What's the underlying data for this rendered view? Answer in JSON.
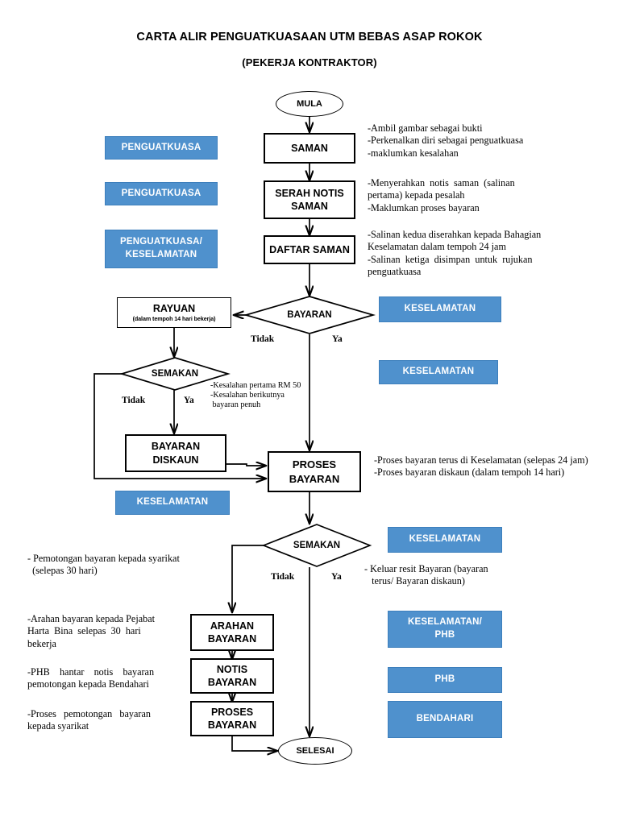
{
  "title": {
    "main": "CARTA ALIR PENGUATKUASAAN UTM BEBAS ASAP ROKOK",
    "sub": "(PEKERJA KONTRAKTOR)"
  },
  "nodes": {
    "mula": "MULA",
    "saman": "SAMAN",
    "serah_notis_saman": "SERAH NOTIS\nSAMAN",
    "daftar_saman": "DAFTAR SAMAN",
    "rayuan": "RAYUAN",
    "rayuan_sub": "(dalam tempoh 14 hari bekerja)",
    "bayaran_decision": "BAYARAN",
    "semakan_decision_1": "SEMAKAN",
    "bayaran_diskaun": "BAYARAN\nDISKAUN",
    "proses_bayaran_1": "PROSES\nBAYARAN",
    "semakan_decision_2": "SEMAKAN",
    "arahan_bayaran": "ARAHAN\nBAYARAN",
    "notis_bayaran": "NOTIS\nBAYARAN",
    "proses_bayaran_2": "PROSES\nBAYARAN",
    "selesai": "SELESAI"
  },
  "branches": {
    "bayaran_tidak": "Tidak",
    "bayaran_ya": "Ya",
    "semakan1_tidak": "Tidak",
    "semakan1_ya": "Ya",
    "semakan2_tidak": "Tidak",
    "semakan2_ya": "Ya"
  },
  "roles": [
    {
      "key": "penguatkuasa_1",
      "label": "PENGUATKUASA"
    },
    {
      "key": "penguatkuasa_2",
      "label": "PENGUATKUASA"
    },
    {
      "key": "penguatkuasa_keselamatan",
      "label": "PENGUATKUASA/\nKESELAMATAN"
    },
    {
      "key": "keselamatan_1",
      "label": "KESELAMATAN"
    },
    {
      "key": "keselamatan_2",
      "label": "KESELAMATAN"
    },
    {
      "key": "keselamatan_3",
      "label": "KESELAMATAN"
    },
    {
      "key": "keselamatan_4",
      "label": "KESELAMATAN"
    },
    {
      "key": "keselamatan_phb",
      "label": "KESELAMATAN/\nPHB"
    },
    {
      "key": "phb",
      "label": "PHB"
    },
    {
      "key": "bendahari",
      "label": "BENDAHARI"
    }
  ],
  "notes": {
    "saman": "-Ambil gambar sebagai bukti\n-Perkenalkan diri sebagai penguatkuasa\n-maklumkan kesalahan",
    "serah_notis": "-Menyerahkan  notis  saman  (salinan\npertama) kepada pesalah\n-Maklumkan proses bayaran",
    "daftar_saman": "-Salinan kedua diserahkan kepada Bahagian\nKeselamatan dalam tempoh 24 jam\n-Salinan  ketiga  disimpan  untuk  rujukan\npenguatkuasa",
    "kesalahan": "-Kesalahan pertama RM 50\n-Kesalahan berikutnya\n bayaran penuh",
    "proses_bayaran": "-Proses bayaran terus di Keselamatan (selepas 24 jam)\n-Proses bayaran diskaun (dalam tempoh 14 hari)",
    "keluar_resit": "- Keluar resit Bayaran (bayaran\n   terus/ Bayaran diskaun)",
    "pemotongan": "- Pemotongan bayaran kepada syarikat\n  (selepas 30 hari)",
    "arahan": "-Arahan bayaran kepada Pejabat\nHarta  Bina  selepas  30  hari\nbekerja",
    "phb_hantar": "-PHB    hantar    notis    bayaran\npemotongan kepada Bendahari",
    "proses_pemotongan": "-Proses   pemotongan   bayaran\nkepada syarikat"
  },
  "colors": {
    "role_fill": "#4f91cd",
    "role_border": "#3d7fbc",
    "role_text": "#ffffff",
    "line": "#000000",
    "page_bg": "#ffffff"
  }
}
